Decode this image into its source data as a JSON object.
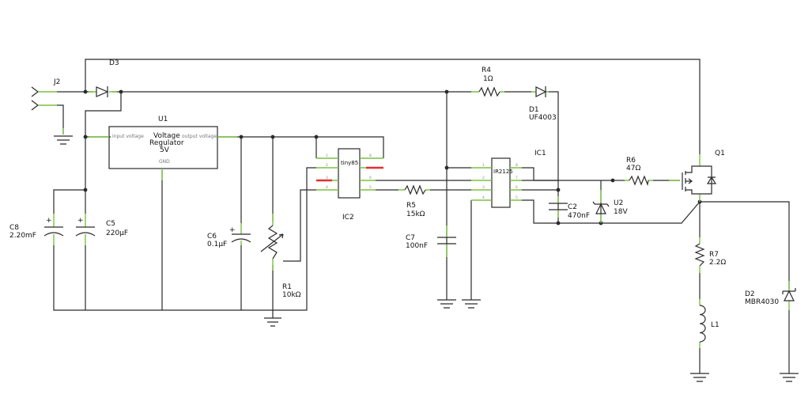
{
  "components": {
    "J2": {
      "ref": "J2"
    },
    "D3": {
      "ref": "D3"
    },
    "U1": {
      "ref": "U1",
      "line1": "Voltage",
      "line2": "Regulator",
      "line3": "5V",
      "pin_in": "input voltage",
      "pin_out": "output voltage",
      "pin_gnd": "GND"
    },
    "C8": {
      "ref": "C8",
      "value": "2.20mF"
    },
    "C5": {
      "ref": "C5",
      "value": "220µF"
    },
    "C6": {
      "ref": "C6",
      "value": "0.1µF"
    },
    "R1": {
      "ref": "R1",
      "value": "10kΩ"
    },
    "IC2": {
      "ref": "IC2",
      "chip": "tiny85"
    },
    "R5": {
      "ref": "R5",
      "value": "15kΩ"
    },
    "C7": {
      "ref": "C7",
      "value": "100nF"
    },
    "R4": {
      "ref": "R4",
      "value": "1Ω"
    },
    "D1": {
      "ref": "D1",
      "value": "UF4003"
    },
    "IC1": {
      "ref": "IC1",
      "chip": "IR2125"
    },
    "C2": {
      "ref": "C2",
      "value": "470nF"
    },
    "U2": {
      "ref": "U2",
      "value": "18V"
    },
    "R6": {
      "ref": "R6",
      "value": "47Ω"
    },
    "Q1": {
      "ref": "Q1"
    },
    "R7": {
      "ref": "R7",
      "value": "2.2Ω"
    },
    "L1": {
      "ref": "L1"
    },
    "D2": {
      "ref": "D2",
      "value": "MBR4030"
    }
  },
  "colors": {
    "wire": "#2a2a2a",
    "pin": "#7ac142",
    "nc_pin": "#e03030",
    "text": "#111111"
  }
}
